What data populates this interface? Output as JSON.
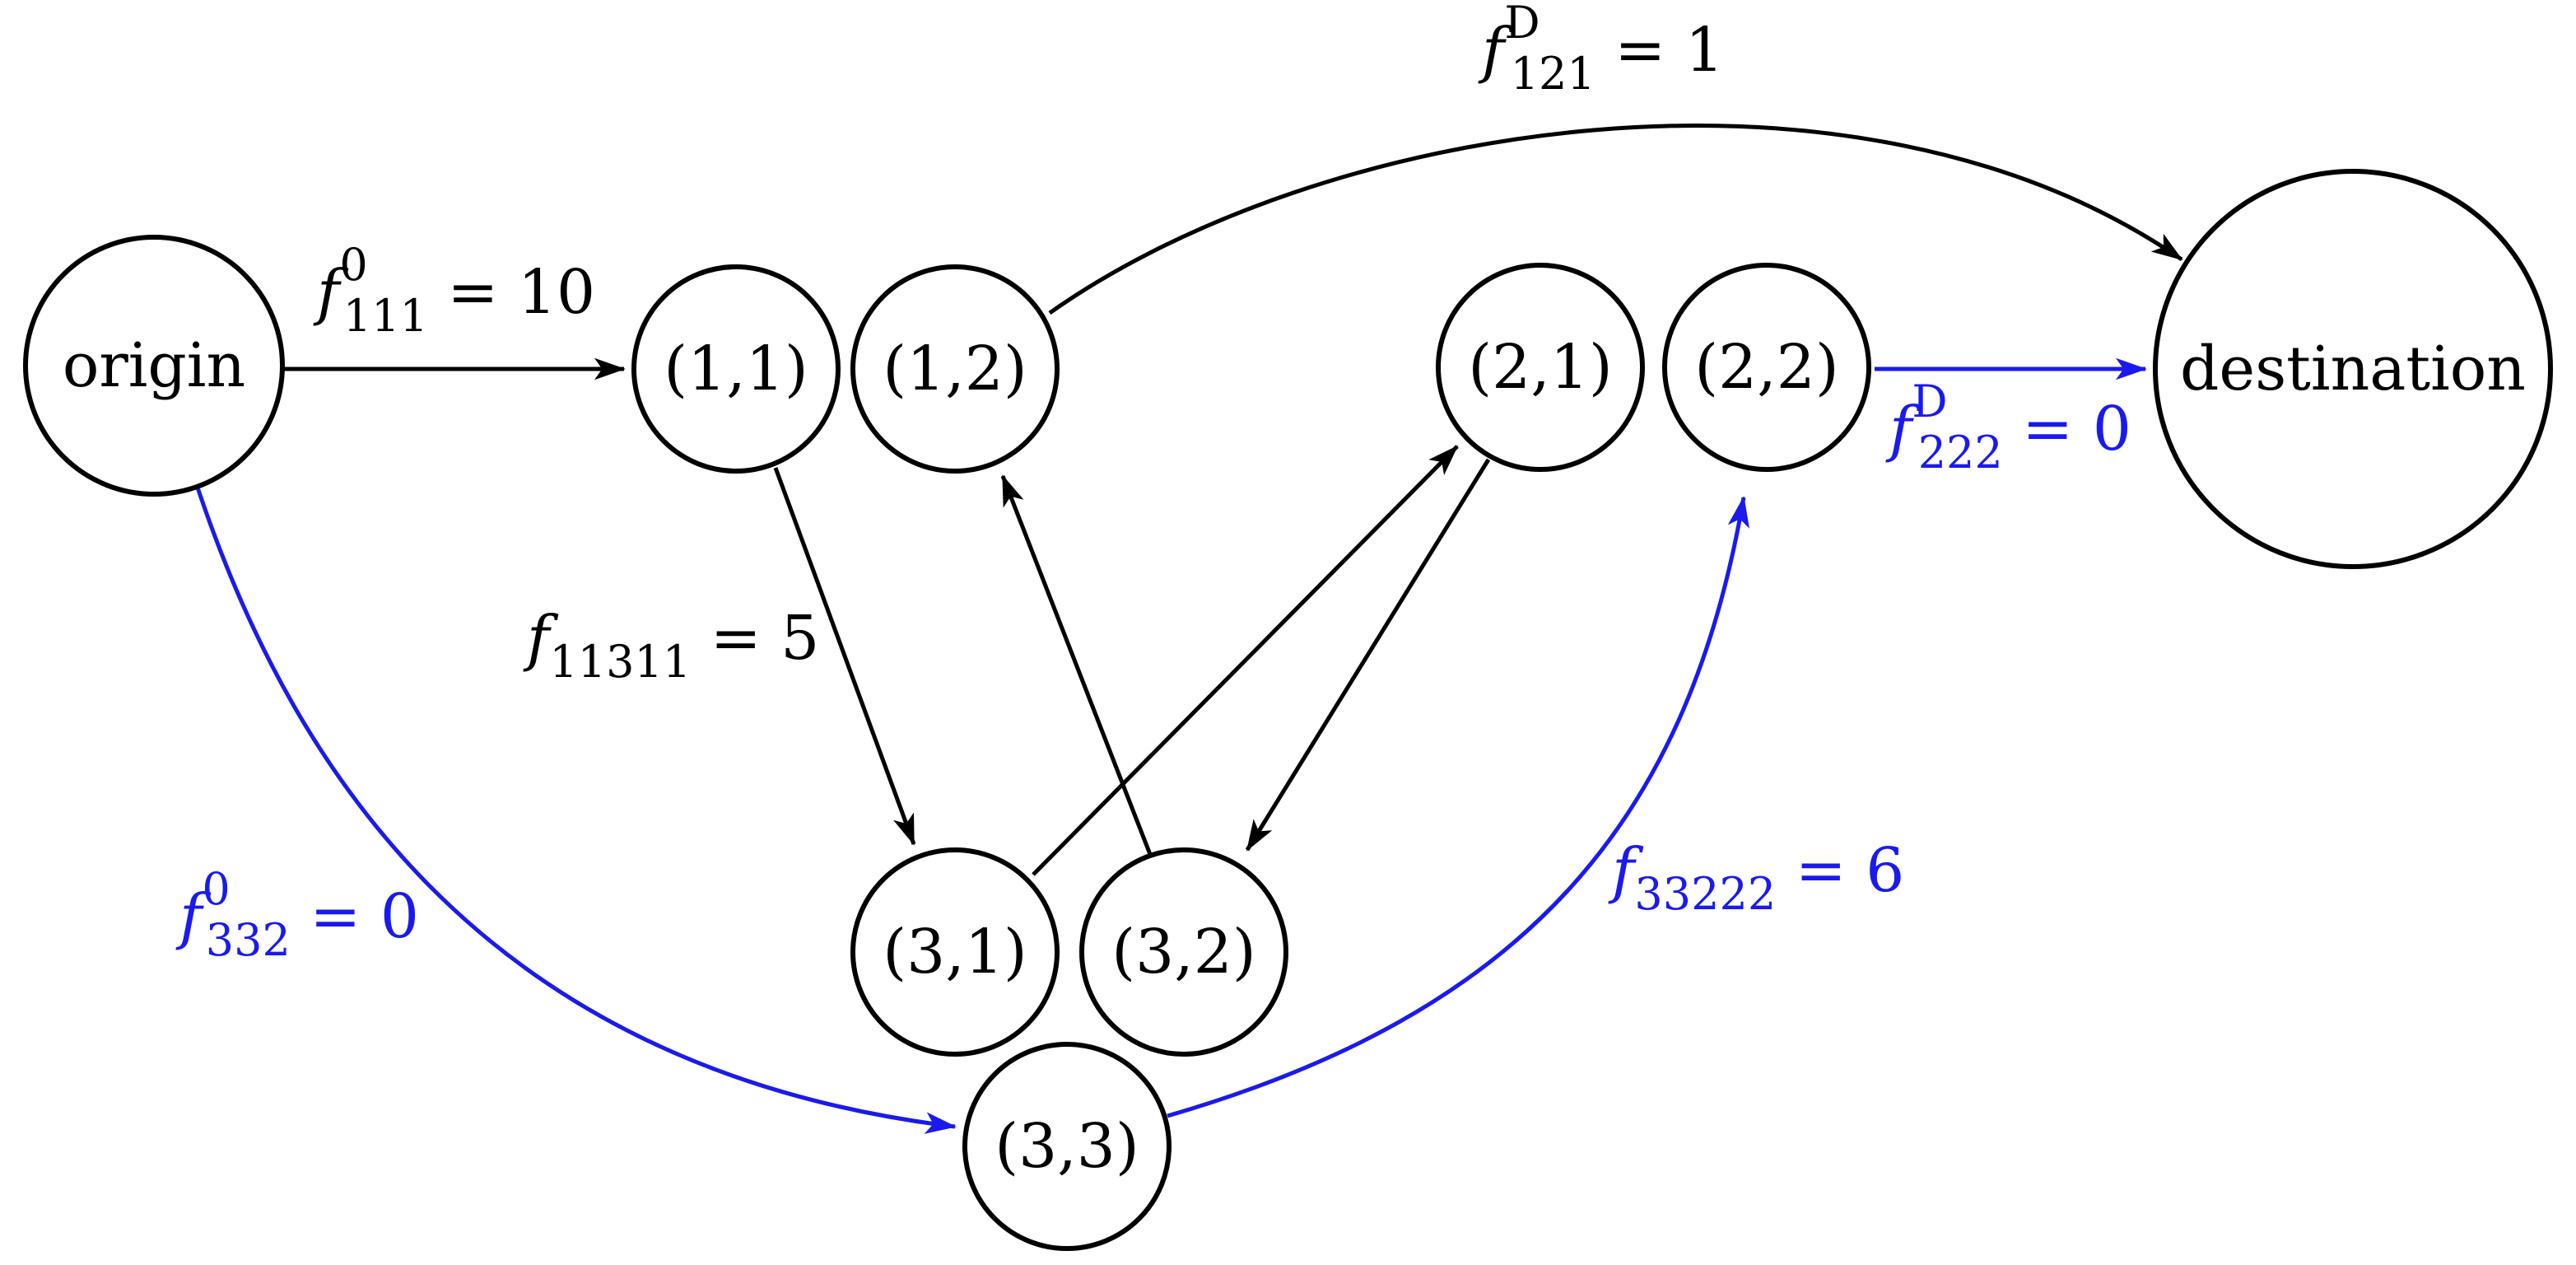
{
  "colors": {
    "black": "#000000",
    "blue": "#1a1aee"
  },
  "nodes": {
    "origin": "origin",
    "n11": "(1,1)",
    "n12": "(1,2)",
    "n21": "(2,1)",
    "n22": "(2,2)",
    "n31": "(3,1)",
    "n32": "(3,2)",
    "n33": "(3,3)",
    "destination": "destination"
  },
  "edge_labels": {
    "f_111_origin": {
      "var": "f",
      "sub": "111",
      "sup": "0",
      "value": " = 10"
    },
    "f_121_dest": {
      "var": "f",
      "sub": "121",
      "sup": "D",
      "value": " = 1"
    },
    "f_222_dest": {
      "var": "f",
      "sub": "222",
      "sup": "D",
      "value": " = 0"
    },
    "f_11311": {
      "var": "f",
      "sub": "11311",
      "sup": "",
      "value": " = 5"
    },
    "f_332_origin": {
      "var": "f",
      "sub": "332",
      "sup": "0",
      "value": " = 0"
    },
    "f_33222": {
      "var": "f",
      "sub": "33222",
      "sup": "",
      "value": " = 6"
    }
  }
}
